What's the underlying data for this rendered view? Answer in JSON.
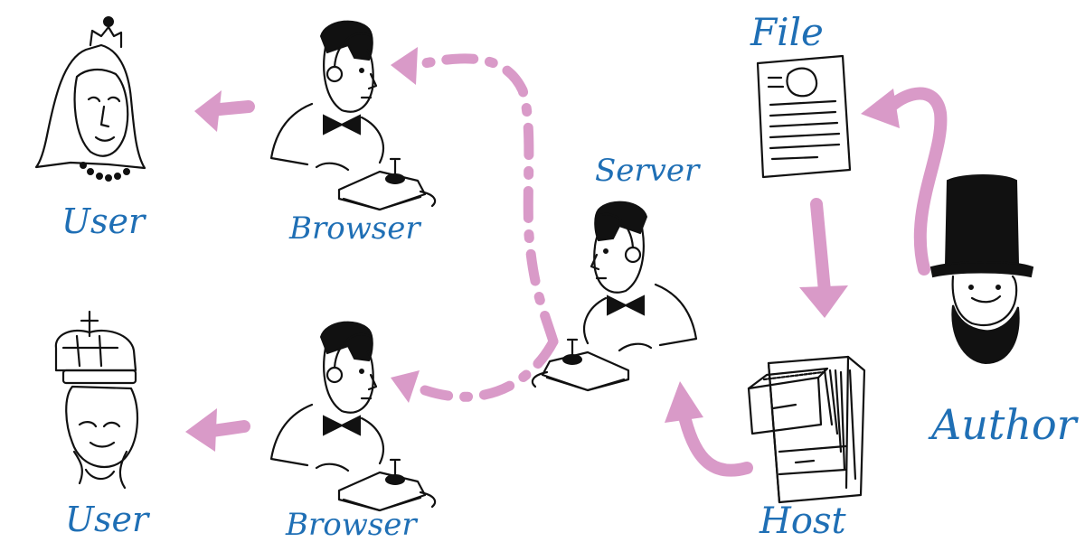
{
  "diagram": {
    "labels": {
      "user_top": "User",
      "user_bottom": "User",
      "browser_top": "Browser",
      "browser_bottom": "Browser",
      "server": "Server",
      "file": "File",
      "host": "Host",
      "author": "Author"
    },
    "colors": {
      "label": "#1f6fb5",
      "arrow": "#d99ac8",
      "ink": "#111111"
    },
    "icons": [
      "queen-victoria-icon",
      "king-icon",
      "telegraph-operator-icon",
      "document-icon",
      "filing-cabinet-icon",
      "top-hat-author-icon"
    ]
  }
}
